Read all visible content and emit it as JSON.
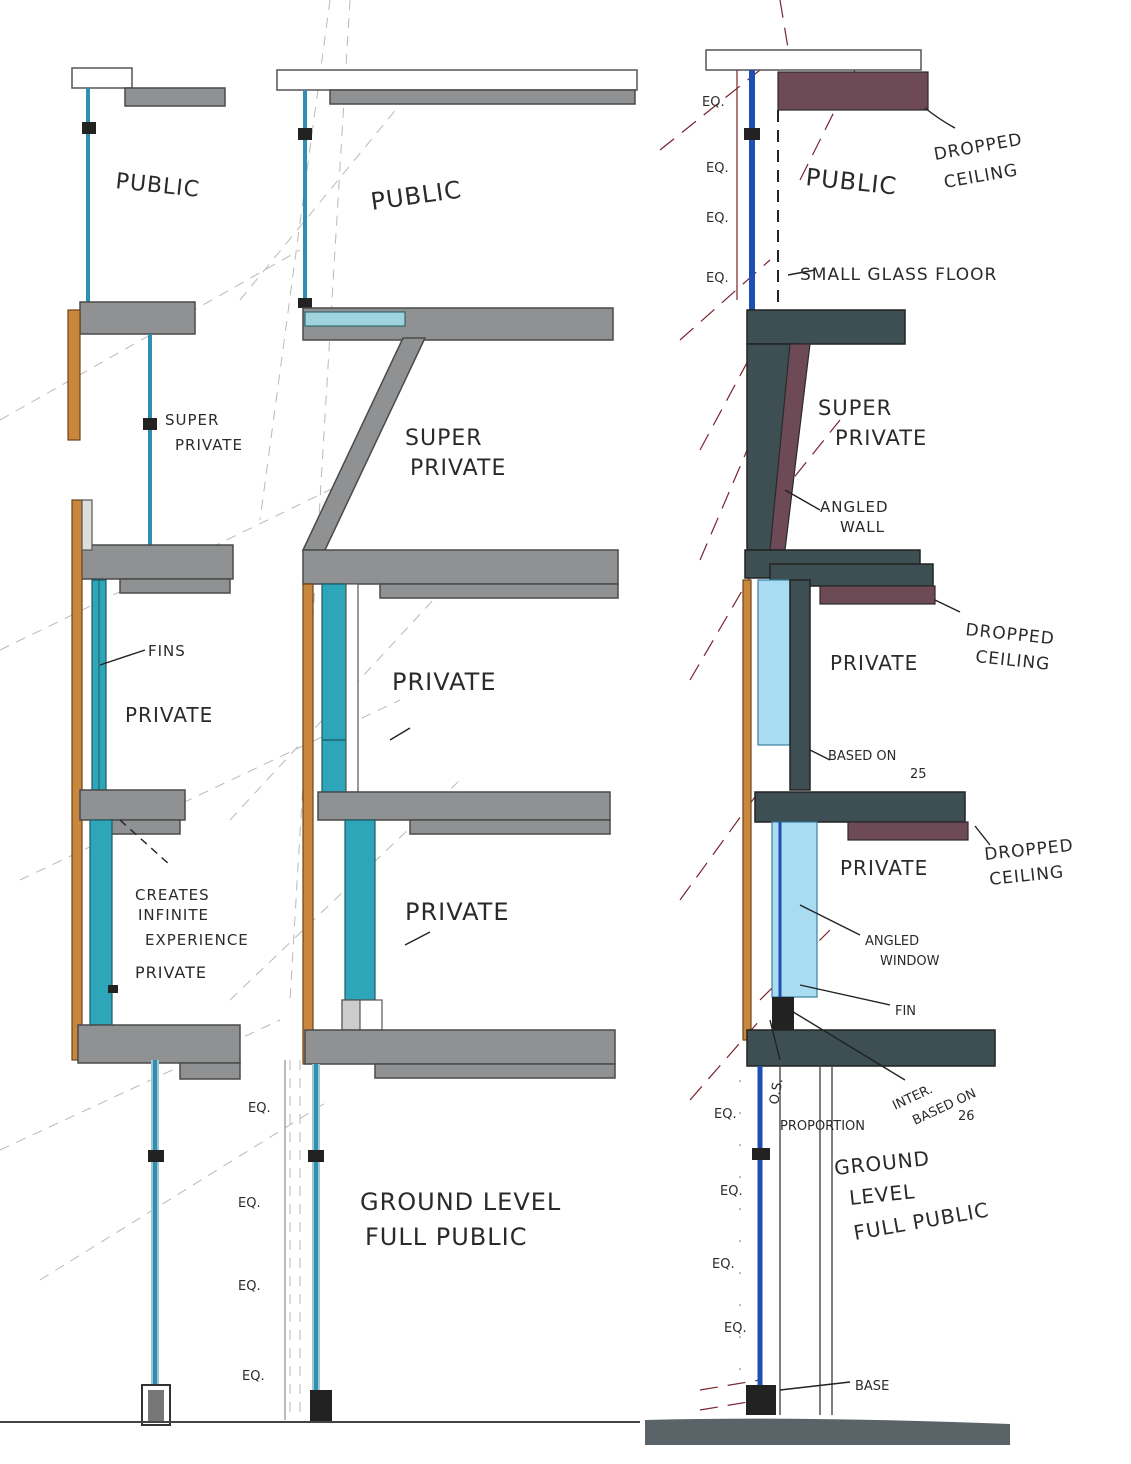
{
  "sections": {
    "left": {
      "labels": [
        "PUBLIC",
        "SUPER PRIVATE",
        "FINS",
        "PRIVATE",
        "CREATES INFINITE EXPERIENCE",
        "PRIVATE"
      ],
      "dims": [
        "EQ.",
        "EQ.",
        "EQ.",
        "EQ."
      ]
    },
    "middle": {
      "labels": [
        "PUBLIC",
        "SUPER PRIVATE",
        "PRIVATE",
        "PRIVATE",
        "GROUND LEVEL FULL PUBLIC"
      ]
    },
    "right": {
      "labels": [
        "PUBLIC",
        "SUPER PRIVATE",
        "PRIVATE",
        "PRIVATE",
        "GROUND LEVEL FULL PUBLIC"
      ],
      "annotations": [
        "DROPPED CEILING",
        "SMALL GLASS FLOOR",
        "ANGLED WALL",
        "DROPPED CEILING",
        "BASED ON 25",
        "DROPPED CEILING",
        "ANGLED WINDOW",
        "FIN",
        "INTER. BASED ON 26",
        "O.S. PROPORTION",
        "BASE"
      ],
      "dims": [
        "EQ.",
        "EQ.",
        "EQ.",
        "EQ.",
        "EQ.",
        "EQ.",
        "EQ.",
        "EQ."
      ]
    }
  },
  "colors": {
    "glass": "#2ca6b8",
    "glass_light": "#a9dcf0",
    "slab": "#8f9193",
    "slab_dark": "#3d4f52",
    "wood": "#c9873e",
    "red_lines": "#7a2430"
  }
}
